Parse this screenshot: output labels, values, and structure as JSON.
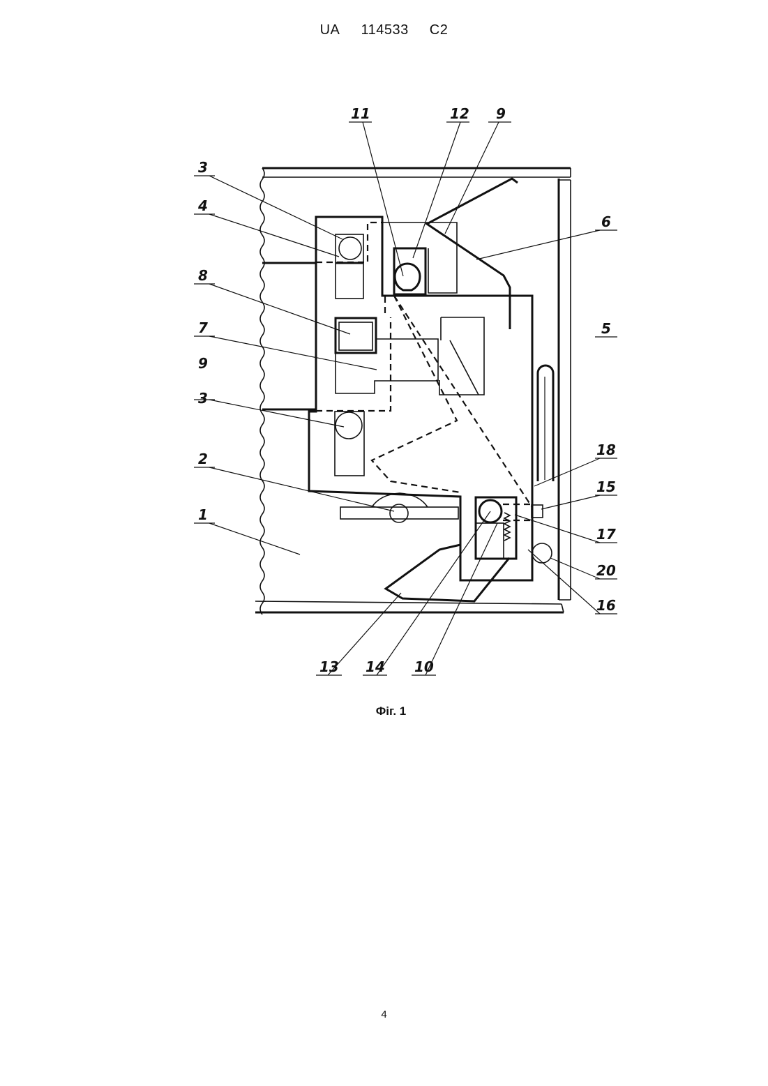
{
  "header": {
    "country": "UA",
    "number": "114533",
    "kind": "C2"
  },
  "labels": {
    "l11": "11",
    "l12": "12",
    "l9top": "9",
    "l3top": "3",
    "l4": "4",
    "l6": "6",
    "l8": "8",
    "l7": "7",
    "l5": "5",
    "l9left": "9",
    "l3low": "3",
    "l2": "2",
    "l18": "18",
    "l15": "15",
    "l1": "1",
    "l17": "17",
    "l20": "20",
    "l16": "16",
    "l13": "13",
    "l14": "14",
    "l10": "10"
  },
  "caption": "Фiг. 1",
  "page_number": "4"
}
